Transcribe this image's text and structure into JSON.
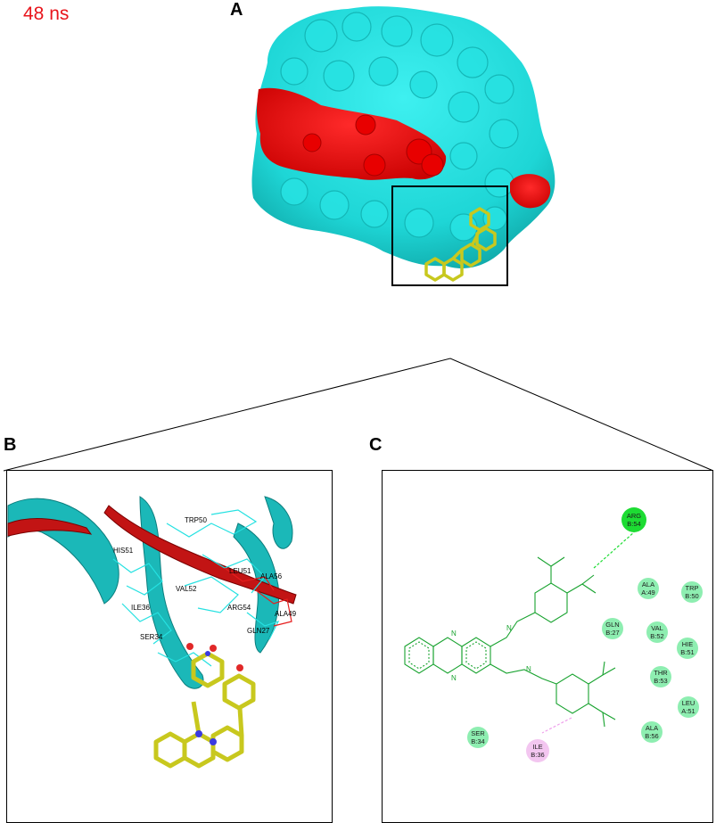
{
  "time_label": "48 ns",
  "panels": {
    "a": "A",
    "b": "B",
    "c": "C"
  },
  "panel_b_residues": [
    "TRP50",
    "HIS51",
    "LEU51",
    "ALA56",
    "VAL52",
    "ARG54",
    "ILE36",
    "ALA49",
    "SER34",
    "GLN27"
  ],
  "panel_c_residues": [
    {
      "name": "ARG",
      "chain": "B:54"
    },
    {
      "name": "ALA",
      "chain": "A:49"
    },
    {
      "name": "TRP",
      "chain": "B:50"
    },
    {
      "name": "GLN",
      "chain": "B:27"
    },
    {
      "name": "VAL",
      "chain": "B:52"
    },
    {
      "name": "HIE",
      "chain": "B:51"
    },
    {
      "name": "THR",
      "chain": "B:53"
    },
    {
      "name": "LEU",
      "chain": "A:51"
    },
    {
      "name": "ALA",
      "chain": "B:56"
    },
    {
      "name": "SER",
      "chain": "B:34"
    },
    {
      "name": "ILE",
      "chain": "B:36"
    }
  ],
  "colors": {
    "protein_surface": "#21dcdc",
    "binding_region": "#ee0000",
    "ligand": "#c8c81e",
    "ligand_2d": "#17a22e",
    "hbond_residue": "#1ddc33",
    "vdw_residue": "#8eeeb1",
    "alkyl_residue": "#f3c6f0",
    "time_label": "#e8141b"
  }
}
